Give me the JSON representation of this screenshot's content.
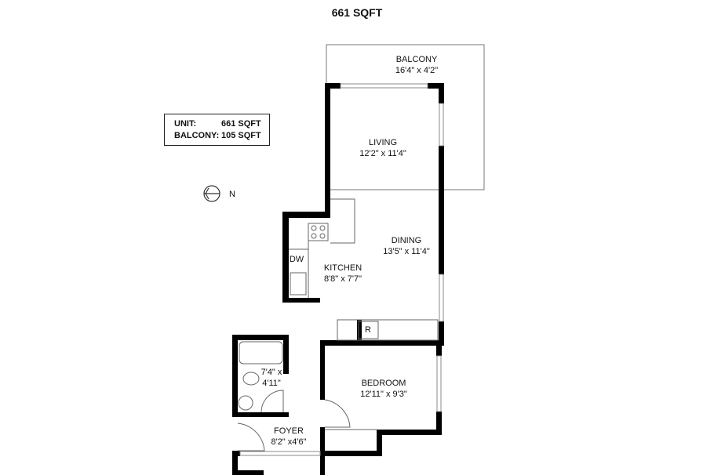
{
  "header": {
    "total_area": "661 SQFT"
  },
  "area_box": {
    "rows": [
      {
        "label": "UNIT:",
        "value": "661 SQFT"
      },
      {
        "label": "BALCONY:",
        "value": "105 SQFT"
      }
    ]
  },
  "compass": {
    "label": "N"
  },
  "rooms": {
    "balcony": {
      "name": "BALCONY",
      "size": "16'4\" x 4'2\""
    },
    "living": {
      "name": "LIVING",
      "size": "12'2\" x 11'4\""
    },
    "dining": {
      "name": "DINING",
      "size": "13'5\" x 11'4\""
    },
    "kitchen": {
      "name": "KITCHEN",
      "size": "8'8\" x 7'7\""
    },
    "bathroom": {
      "size_line1": "7'4\" x",
      "size_line2": "4'11\""
    },
    "bedroom": {
      "name": "BEDROOM",
      "size": "12'11\" x 9'3\""
    },
    "foyer": {
      "name": "FOYER",
      "size": "8'2\" x4'6\""
    }
  },
  "fixtures": {
    "dishwasher": "DW",
    "refrigerator": "R"
  }
}
